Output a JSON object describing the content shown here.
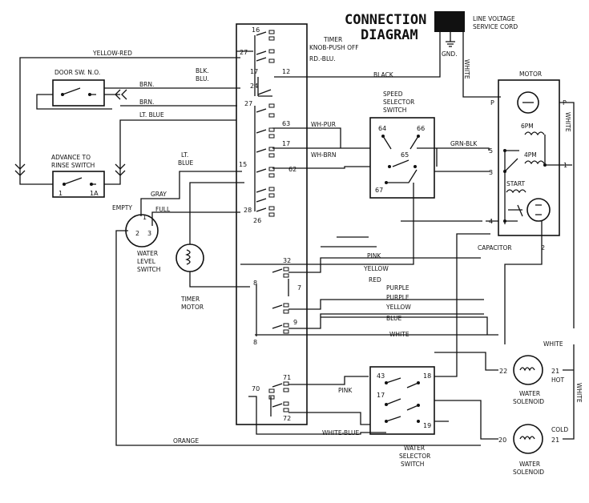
{
  "title": {
    "line1": "CONNECTION",
    "line2": "DIAGRAM"
  },
  "cord": {
    "label1": "LINE VOLTAGE",
    "label2": "SERVICE CORD",
    "ground": "GND.",
    "white": "WHITE"
  },
  "timer": {
    "label1": "TIMER",
    "label2": "KNOB-PUSH OFF"
  },
  "timer_pins": [
    "16",
    "27",
    "17",
    "12",
    "24",
    "27",
    "63",
    "17",
    "62",
    "15",
    "28",
    "26",
    "32",
    "7",
    "8",
    "9",
    "8",
    "71",
    "70",
    "72"
  ],
  "door": {
    "label": "DOOR SW. N.O."
  },
  "advance": {
    "label1": "ADVANCE TO",
    "label2": "RINSE SWITCH",
    "pin1": "1",
    "pin2": "1A"
  },
  "water_level": {
    "empty": "EMPTY",
    "full": "FULL",
    "pins": [
      "1",
      "2",
      "3"
    ],
    "label1": "WATER",
    "label2": "LEVEL",
    "label3": "SWITCH"
  },
  "timer_motor": {
    "label1": "TIMER",
    "label2": "MOTOR"
  },
  "speed_switch": {
    "label1": "SPEED",
    "label2": "SELECTOR",
    "label3": "SWITCH",
    "pins": [
      "64",
      "66",
      "65",
      "67"
    ]
  },
  "motor": {
    "label": "MOTOR",
    "p_left": "P",
    "p_right": "P",
    "pins": [
      "5",
      "3",
      "4",
      "1",
      "2"
    ],
    "six_pm": "6PM",
    "four_pm": "4PM",
    "start": "START",
    "capacitor": "CAPACITOR"
  },
  "water_selector": {
    "label1": "WATER",
    "label2": "SELECTOR",
    "label3": "SWITCH",
    "pins": [
      "43",
      "18",
      "17",
      "19"
    ]
  },
  "hot_solenoid": {
    "pin_left": "22",
    "pin_right": "21",
    "tag": "HOT",
    "label1": "WATER",
    "label2": "SOLENOID"
  },
  "cold_solenoid": {
    "pin_left": "20",
    "pin_right": "21",
    "tag": "COLD",
    "label1": "WATER",
    "label2": "SOLENOID"
  },
  "wires": {
    "yellow_red": "YELLOW-RED",
    "blk_blu": "BLK.",
    "blu": "BLU.",
    "rd_blu": "RD.-BLU.",
    "black": "BLACK",
    "brn1": "BRN.",
    "brn2": "BRN.",
    "lt_blue": "LT. BLUE",
    "lt_blue_a": "LT.",
    "lt_blue_b": "BLUE",
    "gray": "GRAY",
    "wh_pur": "WH-PUR",
    "wh_brn": "WH-BRN",
    "grn_blk": "GRN-BLK",
    "pink": "PINK",
    "yellow": "YELLOW",
    "red": "RED",
    "purple1": "PURPLE",
    "purple2": "PURPLE",
    "yellow2": "YELLOW",
    "blue": "BLUE",
    "white": "WHITE",
    "white_r": "WHITE",
    "white_m": "WHITE",
    "white_s": "WHITE",
    "pink2": "PINK",
    "white_blue": "WHITE-BLUE",
    "orange": "ORANGE"
  }
}
